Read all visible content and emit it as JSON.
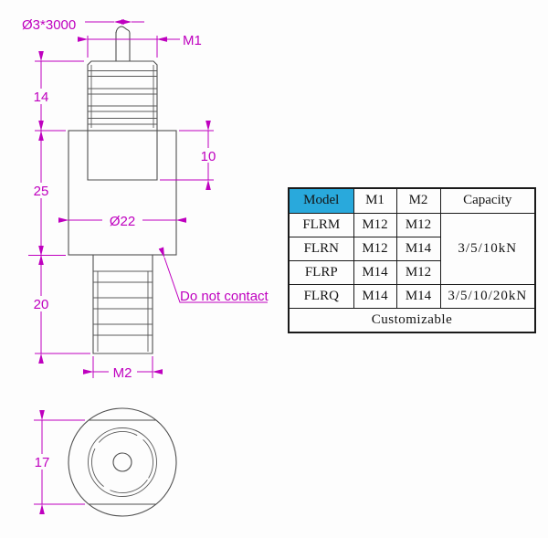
{
  "drawing": {
    "dimension_labels": {
      "cable_diameter": "Ø3*3000",
      "top_thread": "M1",
      "top_thread_length": "14",
      "recess_depth": "10",
      "body_height": "25",
      "body_diameter": "Ø22",
      "bottom_thread_length": "20",
      "bottom_thread": "M2",
      "across_flats": "17",
      "warning_note": "Do not contact"
    },
    "colors": {
      "dimension_magenta": "#bf00bf",
      "outline_gray": "#4f4f4f"
    }
  },
  "spec_table": {
    "header_bg": "#29a9dc",
    "columns": [
      "Model",
      "M1",
      "M2",
      "Capacity"
    ],
    "rows": [
      {
        "model": "FLRM",
        "m1": "M12",
        "m2": "M12"
      },
      {
        "model": "FLRN",
        "m1": "M12",
        "m2": "M14"
      },
      {
        "model": "FLRP",
        "m1": "M14",
        "m2": "M12"
      },
      {
        "model": "FLRQ",
        "m1": "M14",
        "m2": "M14"
      }
    ],
    "capacity_rows_1_3": "3/5/10kN",
    "capacity_row_4": "3/5/10/20kN",
    "footer": "Customizable"
  }
}
